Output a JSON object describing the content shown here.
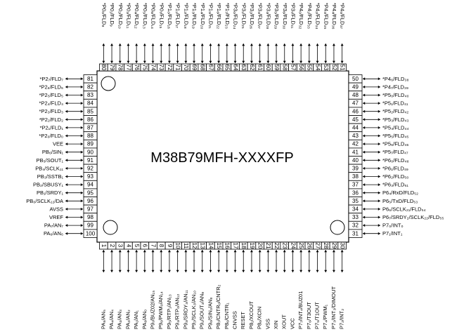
{
  "chip": {
    "part_number": "M38B79MFH-XXXXFP"
  },
  "pins": {
    "top": [
      {
        "n": "80",
        "label": "*P0₀/FLD₈"
      },
      {
        "n": "79",
        "label": "*P0₁/FLD₉"
      },
      {
        "n": "78",
        "label": "*P0₂/FLD₁₀"
      },
      {
        "n": "77",
        "label": "*P0₃/FLD₁₁"
      },
      {
        "n": "76",
        "label": "*P0₄/FLD₁₂"
      },
      {
        "n": "75",
        "label": "*P0₅/FLD₁₃"
      },
      {
        "n": "74",
        "label": "*P0₆/FLD₁₄"
      },
      {
        "n": "73",
        "label": "*P0₇/FLD₁₅"
      },
      {
        "n": "72",
        "label": "*P1₀/FLD₁₆"
      },
      {
        "n": "71",
        "label": "*P1₁/FLD₁₇"
      },
      {
        "n": "70",
        "label": "*P1₂/FLD₁₈"
      },
      {
        "n": "69",
        "label": "*P1₃/FLD₁₉"
      },
      {
        "n": "68",
        "label": "*P1₄/FLD₂₀"
      },
      {
        "n": "67",
        "label": "*P1₅/FLD₂₁"
      },
      {
        "n": "66",
        "label": "*P1₆/FLD₂₂"
      },
      {
        "n": "65",
        "label": "*P1₇/FLD₂₃"
      },
      {
        "n": "64",
        "label": "*P3₀/FLD₂₄"
      },
      {
        "n": "63",
        "label": "*P3₁/FLD₂₅"
      },
      {
        "n": "62",
        "label": "*P3₂/FLD₂₆"
      },
      {
        "n": "61",
        "label": "*P3₃/FLD₂₇"
      },
      {
        "n": "60",
        "label": "*P3₄/FLD₂₈"
      },
      {
        "n": "59",
        "label": "*P3₅/FLD₂₉"
      },
      {
        "n": "58",
        "label": "*P3₆/FLD₃₀"
      },
      {
        "n": "57",
        "label": "*P3₇/FLD₃₁"
      },
      {
        "n": "56",
        "label": "*P4₀/FLD₃₂"
      },
      {
        "n": "55",
        "label": "*P4₁/FLD₃₃"
      },
      {
        "n": "54",
        "label": "*P4₂/FLD₃₄"
      },
      {
        "n": "53",
        "label": "*P4₃/FLD₃₅"
      },
      {
        "n": "52",
        "label": "*P4₄/FLD₃₆"
      },
      {
        "n": "51",
        "label": "*P4₅/FLD₃₇"
      }
    ],
    "left": [
      {
        "n": "81",
        "label": "*P2₇/FLD₇"
      },
      {
        "n": "82",
        "label": "*P2₆/FLD₆"
      },
      {
        "n": "83",
        "label": "*P2₅/FLD₅"
      },
      {
        "n": "84",
        "label": "*P2₄/FLD₄"
      },
      {
        "n": "85",
        "label": "*P2₃/FLD₃"
      },
      {
        "n": "86",
        "label": "*P2₂/FLD₂"
      },
      {
        "n": "87",
        "label": "*P2₁/FLD₁"
      },
      {
        "n": "88",
        "label": "*P2₀/FLD₀"
      },
      {
        "n": "89",
        "label": "VEE"
      },
      {
        "n": "90",
        "label": "PB₆/SIN₁"
      },
      {
        "n": "91",
        "label": "PB₅/SOUT₁"
      },
      {
        "n": "92",
        "label": "PB₄/SCLK₁₁"
      },
      {
        "n": "93",
        "label": "PB₃/SSTB₁"
      },
      {
        "n": "94",
        "label": "PB₂/SBUSY₁"
      },
      {
        "n": "95",
        "label": "PB₁/SRDY₁"
      },
      {
        "n": "96",
        "label": "PB₀/SCLK₁₂/DA"
      },
      {
        "n": "97",
        "label": "AVSS"
      },
      {
        "n": "98",
        "label": "VREF"
      },
      {
        "n": "99",
        "label": "PA₇/AN₇"
      },
      {
        "n": "100",
        "label": "PA₆/AN₆"
      }
    ],
    "right": [
      {
        "n": "50",
        "label": "*P4₆/FLD₃₈"
      },
      {
        "n": "49",
        "label": "*P4₇/FLD₃₉"
      },
      {
        "n": "48",
        "label": "*P5₀/FLD₄₀"
      },
      {
        "n": "47",
        "label": "*P5₁/FLD₄₁"
      },
      {
        "n": "46",
        "label": "*P5₂/FLD₄₂"
      },
      {
        "n": "45",
        "label": "*P5₃/FLD₄₃"
      },
      {
        "n": "44",
        "label": "*P5₄/FLD₄₄"
      },
      {
        "n": "43",
        "label": "*P5₅/FLD₄₅"
      },
      {
        "n": "42",
        "label": "*P5₆/FLD₄₆"
      },
      {
        "n": "41",
        "label": "*P5₇/FLD₄₇"
      },
      {
        "n": "40",
        "label": "*P6₀/FLD₄₈"
      },
      {
        "n": "39",
        "label": "*P6₁/FLD₄₉"
      },
      {
        "n": "38",
        "label": "*P6₂/FLD₅₀"
      },
      {
        "n": "37",
        "label": "*P6₃/FLD₅₁"
      },
      {
        "n": "36",
        "label": "P6₄/RxD/FLD₅₂"
      },
      {
        "n": "35",
        "label": "P6₅/TxD/FLD₅₃"
      },
      {
        "n": "34",
        "label": "P6₆/SCLK₂₁/FLD₅₄"
      },
      {
        "n": "33",
        "label": "P6₇/SRDY₂/SCLK₂₂/FLD₅₅"
      },
      {
        "n": "32",
        "label": "P7₀/INT₀"
      },
      {
        "n": "31",
        "label": "P7₁/INT₁"
      }
    ],
    "bottom": [
      {
        "n": "1",
        "label": "PA₅/AN₅"
      },
      {
        "n": "2",
        "label": "PA₄/AN₄"
      },
      {
        "n": "3",
        "label": "PA₃/AN₃"
      },
      {
        "n": "4",
        "label": "PA₂/AN₂"
      },
      {
        "n": "5",
        "label": "PA₁/AN₁"
      },
      {
        "n": "6",
        "label": "PA₀/AN₀"
      },
      {
        "n": "7",
        "label": "P9₇/BUZ02/AN₁₅"
      },
      {
        "n": "8",
        "label": "P9₆/PWM₀/AN₁₄"
      },
      {
        "n": "9",
        "label": "P9₅/RTP₁/AN₁₃"
      },
      {
        "n": "10",
        "label": "P9₄/RTP₀/AN₁₂"
      },
      {
        "n": "11",
        "label": "P9₃/SRDY₃/AN₁₁"
      },
      {
        "n": "12",
        "label": "P9₂/SCLK₃/AN₁₀"
      },
      {
        "n": "13",
        "label": "P9₁/SOUT₃/AN₉"
      },
      {
        "n": "14",
        "label": "P9₀/SIN₃/AN₈"
      },
      {
        "n": "15",
        "label": "P8₇/CNTR₀/CNTR₂"
      },
      {
        "n": "16",
        "label": "P8₆/CNTR₁"
      },
      {
        "n": "17",
        "label": "CNVSS"
      },
      {
        "n": "18",
        "label": "RESET"
      },
      {
        "n": "19",
        "label": "P8₁/XCOUT"
      },
      {
        "n": "20",
        "label": "P8₀/XCIN"
      },
      {
        "n": "21",
        "label": "VSS"
      },
      {
        "n": "22",
        "label": "XIN"
      },
      {
        "n": "23",
        "label": "XOUT"
      },
      {
        "n": "24",
        "label": "VCC"
      },
      {
        "n": "25",
        "label": "P7₇/INT₄/BUZ01"
      },
      {
        "n": "26",
        "label": "P7₆/T3OUT"
      },
      {
        "n": "27",
        "label": "P7₅/T1OUT"
      },
      {
        "n": "28",
        "label": "P7₄/PWM₁"
      },
      {
        "n": "29",
        "label": "P7₃/INT₃/DIMOUT"
      },
      {
        "n": "30",
        "label": "P7₂/INT₂"
      }
    ]
  }
}
